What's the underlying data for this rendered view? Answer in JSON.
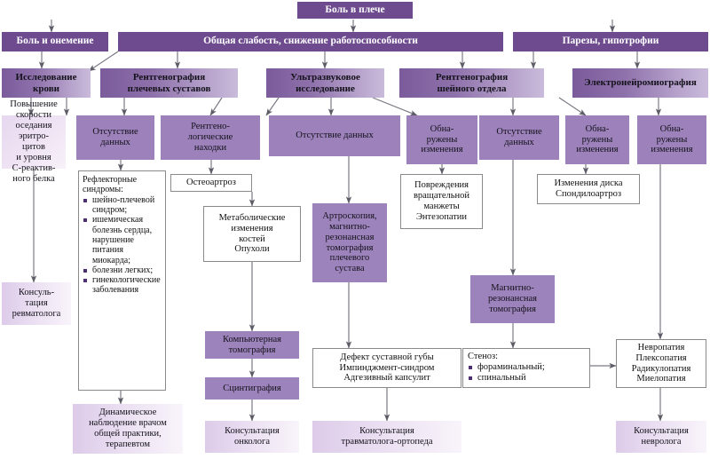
{
  "diagram": {
    "title": "Боль в плече",
    "type": "medical-diagnostic-flowchart",
    "colors": {
      "header_purple": "#6d4b8e",
      "gradient_dark": "#7b5b9b",
      "gradient_light": "#c9bbdb",
      "solid_mid_purple": "#9c81bb",
      "pale_lavender": "#e6d8ef",
      "outline_border": "#8a8a8a",
      "bullet": "#4b2f6e",
      "arrow": "#6f6f7a"
    }
  },
  "nodes": {
    "root": "Боль в плече",
    "symptoms": {
      "numbness": "Боль и онемение",
      "weakness": "Общая слабость, снижение работоспособности",
      "paresis": "Парезы, гипотрофии"
    },
    "tests": {
      "blood": "Исследование\nкрови",
      "xray_shoulder": "Рентгенография\nплечевых суставов",
      "ultrasound": "Ультразвуковое\nисследование",
      "xray_cervical": "Рентгенография\nшейного отдела",
      "emg": "Электронейромиография"
    },
    "findings": {
      "esr": "Повышение\nскорости\nоседания\nэритро-\nцитов\nи уровня\nС-реактив-\nного белка",
      "no_data_blood": "Отсутствие\nданных",
      "xray_findings": "Рентгено-\nлогические\nнаходки",
      "no_data_us": "Отсутствие данных",
      "changes_us": "Обна-\nружены\nизменения",
      "no_data_cerv": "Отсутствие\nданных",
      "changes_cerv": "Обна-\nружены\nизменения",
      "changes_emg": "Обна-\nружены\nизменения"
    },
    "details": {
      "reflex_lead": "Рефлекторные синдромы:",
      "reflex_items": [
        "шейно-плечевой синдром;",
        "ишемическая болезнь сердца, нарушение питания миокарда;",
        "болезни легких;",
        "гинекологические заболевания"
      ],
      "osteoarthrosis": "Остеоартроз",
      "metabolic": "Метаболические\nизменения\nкостей\nОпухоли",
      "arthroscopy": "Артроскопия,\nмагнитно-\nрезонансная\nтомография\nплечевого\nсустава",
      "cuff_damage": "Повреждения\nвращательной\nманжеты\nЭнтезопатии",
      "disc_changes": "Изменения диска\nСпондилоартроз",
      "mri": "Магнитно-\nрезонансная\nтомография",
      "ct": "Компьютерная\nтомография",
      "scintigraphy": "Сцинтиграфия",
      "labrum": "Дефект суставной губы\nИмпинджмент-синдром\nАдгезивный капсулит",
      "stenosis_lead": "Стеноз:",
      "stenosis_items": [
        "фораминальный;",
        "спинальный"
      ],
      "neuropathy": "Невропатия\nПлексопатия\nРадикулопатия\nМиелопатия"
    },
    "outcomes": {
      "rheumatologist": "Консуль-\nтация\nревматолога",
      "gp_observation": "Динамическое\nнаблюдение врачом\nобщей практики,\nтерапевтом",
      "oncologist": "Консультация\nонколога",
      "orthopedist": "Консультация\nтравматолога-ортопеда",
      "neurologist": "Консультация\nневролога"
    }
  }
}
